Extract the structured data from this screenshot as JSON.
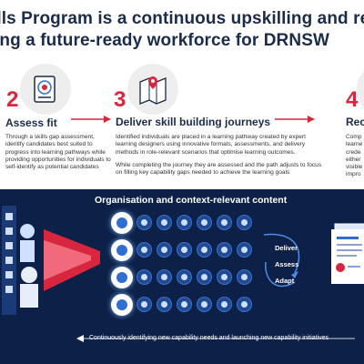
{
  "header": {
    "line1": "ills Program is a continuous upskilling and re",
    "line2": "ing a future-ready workforce for DRNSW"
  },
  "steps": [
    {
      "number": "2",
      "icon": "assessment-target-icon",
      "title": "Assess fit",
      "body": "Through a skills gap assessment, identify candidates best suited to progress into learning pathways while providing opportunities for individuals to self-identify as potential candidates"
    },
    {
      "number": "3",
      "icon": "map-pin-icon",
      "title": "Deliver skill building journeys",
      "body1": "Identified individuals are placed in a learning pathway created by expert learning designers using innovative formats, assessments, and delivery methods in role-relevant scenarios that optimise learning outcomes.",
      "body2": "While completing the journey they are assessed and the path adjusts to focus on filling key capability gaps needed to achieve the learning goals"
    },
    {
      "number": "4",
      "icon": "people-icon",
      "title": "Rec",
      "body": "Comp learne crede either visible impro"
    }
  ],
  "band": {
    "title": "Organisation and context-relevant content",
    "flow": [
      "Deliver",
      "Assess",
      "Adapt"
    ],
    "footer": "Continuously identifying new capability needs and launching new capability initiatives"
  },
  "colors": {
    "accent": "#d7263d",
    "navy": "#0d2148",
    "brand_blue": "#1b2b4a"
  }
}
